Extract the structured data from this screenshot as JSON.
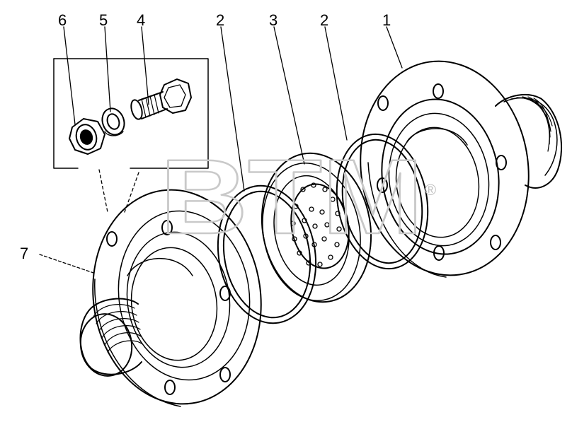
{
  "callouts": {
    "c1": "1",
    "c2a": "2",
    "c3": "3",
    "c2b": "2",
    "c4": "4",
    "c5": "5",
    "c6": "6",
    "c7": "7"
  },
  "watermark": {
    "text": "BTM",
    "registered": "®"
  },
  "colors": {
    "line": "#000000",
    "watermark": "#c9c9c9",
    "background": "#ffffff"
  }
}
